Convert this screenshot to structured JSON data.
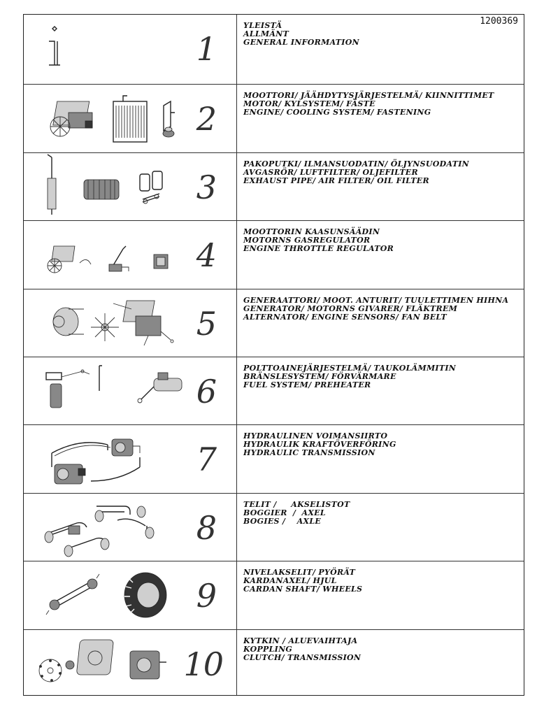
{
  "doc_number": "1200369",
  "sections": [
    {
      "number": "1",
      "lines": [
        "YLEISTÄ",
        "ALLMÄNT",
        "GENERAL INFORMATION"
      ],
      "icons": [
        "info-icon"
      ]
    },
    {
      "number": "2",
      "lines": [
        "MOOTTORI/ JÄÄHDYTYSJÄRJESTELMÄ/ KIINNITTIMET",
        "MOTOR/ KYLSYSTEM/ FÄSTE",
        "ENGINE/ COOLING SYSTEM/ FASTENING"
      ],
      "icons": [
        "engine-icon",
        "radiator-icon",
        "bracket-icon",
        "mount-icon"
      ]
    },
    {
      "number": "3",
      "lines": [
        "PAKOPUTKI/ ILMANSUODATIN/ ÖLJYNSUODATIN",
        "AVGASRÖR/ LUFTFILTER/ OLJEFILTER",
        "EXHAUST PIPE/ AIR FILTER/ OIL FILTER"
      ],
      "icons": [
        "exhaust-pipe-icon",
        "air-filter-icon",
        "oil-filter-icon"
      ]
    },
    {
      "number": "4",
      "lines": [
        "MOOTTORIN KAASUNSÄÄDIN",
        "MOTORNS GASREGULATOR",
        "ENGINE THROTTLE REGULATOR"
      ],
      "icons": [
        "engine-icon",
        "throttle-lever-icon",
        "regulator-box-icon"
      ]
    },
    {
      "number": "5",
      "lines": [
        "GENERAATTORI/ MOOT. ANTURIT/ TUULETTIMEN HIHNA",
        "GENERATOR/ MOTORNS GIVARER/ FLÄKTREM",
        "ALTERNATOR/ ENGINE SENSORS/ FAN BELT"
      ],
      "icons": [
        "alternator-icon",
        "fan-icon",
        "engine-icon"
      ]
    },
    {
      "number": "6",
      "lines": [
        "POLTTOAINEJÄRJESTELMÄ/ TAUKOLÄMMITIN",
        "BRÄNSLESYSTEM/ FÖRVÄRMARE",
        "FUEL SYSTEM/ PREHEATER"
      ],
      "icons": [
        "fuel-filter-icon",
        "preheater-icon"
      ]
    },
    {
      "number": "7",
      "lines": [
        "HYDRAULINEN VOIMANSIIRTO",
        "HYDRAULIK KRAFTÖVERFÖRING",
        "HYDRAULIC TRANSMISSION"
      ],
      "icons": [
        "hydraulic-pump-icon",
        "hydraulic-hose-icon",
        "hydraulic-motor-icon"
      ]
    },
    {
      "number": "8",
      "lines": [
        "TELIT /     AKSELISTOT",
        "BOGGIER  /  AXEL",
        "BOGIES /    AXLE"
      ],
      "icons": [
        "bogie-icon",
        "axle-icon"
      ]
    },
    {
      "number": "9",
      "lines": [
        "NIVELAKSELIT/ PYÖRÄT",
        "KARDANAXEL/ HJUL",
        "CARDAN SHAFT/ WHEELS"
      ],
      "icons": [
        "cardan-shaft-icon",
        "wheel-icon"
      ]
    },
    {
      "number": "10",
      "lines": [
        "KYTKIN / ALUEVAIHTAJA",
        "KOPPLING",
        "CLUTCH/ TRANSMISSION"
      ],
      "icons": [
        "clutch-icon",
        "gearbox-icon"
      ]
    }
  ]
}
